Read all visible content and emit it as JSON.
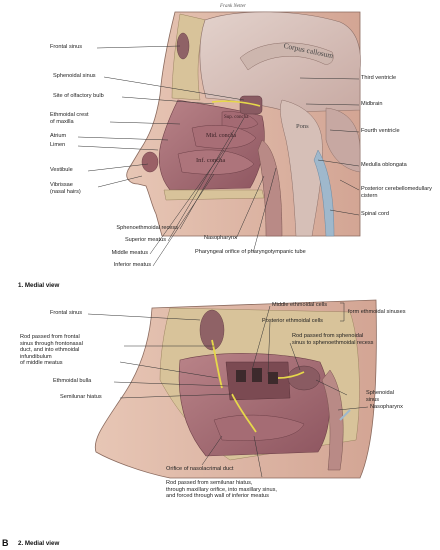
{
  "figure": {
    "panel_letter": "B",
    "view1": {
      "caption": "1. Medial view",
      "artist_signature": "Frank Netter",
      "structure_text": {
        "corpus_callosum": "Corpus callosum",
        "sup_concha": "Sup. concha",
        "mid_concha": "Mid. concha",
        "inf_concha": "Inf. concha",
        "pons": "Pons"
      },
      "labels_left": [
        "Frontal sinus",
        "Sphenoidal sinus",
        "Site of olfactory bulb",
        "Ethmoidal crest\nof maxilla",
        "Atrium",
        "Limen",
        "Vestibule",
        "Vibrissae\n(nasal hairs)"
      ],
      "labels_right": [
        "Third ventricle",
        "Midbrain",
        "Fourth ventricle",
        "Medulla oblongata",
        "Posterior cerebellomedullary\ncistern",
        "Spinal cord"
      ],
      "labels_bottom": [
        "Sphenoethmoidal recess",
        "Superior meatus",
        "Middle meatus",
        "Inferior meatus",
        "Nasopharynx",
        "Pharyngeal orifice of pharyngotympanic tube"
      ]
    },
    "view2": {
      "caption": "2. Medial view",
      "labels": {
        "frontal_sinus": "Frontal sinus",
        "rod_frontal": "Rod passed from frontal\nsinus through frontonasal\nduct, and into ethmoidal\ninfundibulum\nof middle meatus",
        "ethmoidal_bulla": "Ethmoidal bulla",
        "semilunar_hiatus": "Semilunar hiatus",
        "middle_ethmoidal": "Middle ethmoidal cells",
        "posterior_ethmoidal": "Posterior ethmoidal cells",
        "form_ethmoidal": "form ethmoidal sinuses",
        "rod_sphenoidal": "Rod passed from sphenoidal\nsinus to sphenoethmoidal recess",
        "sphenoidal_sinus": "Sphenoidal\nsinus",
        "nasopharynx": "Nasopharynx",
        "orifice_nasolacrimal": "Orifice of nasolacrimal duct",
        "rod_semilunar": "Rod passed from semilunar hiatus,\nthrough maxillary orifice, into maxillary sinus,\nand forced through wall of inferior meatus"
      }
    },
    "colors": {
      "tissue_pink": "#c98f8a",
      "mucosa_rose": "#b06f74",
      "bone_tan": "#d8c39a",
      "brain_gray": "#d9c8c4",
      "rod_yellow": "#e6d84a",
      "csf_blue": "#9fb8cc"
    }
  }
}
